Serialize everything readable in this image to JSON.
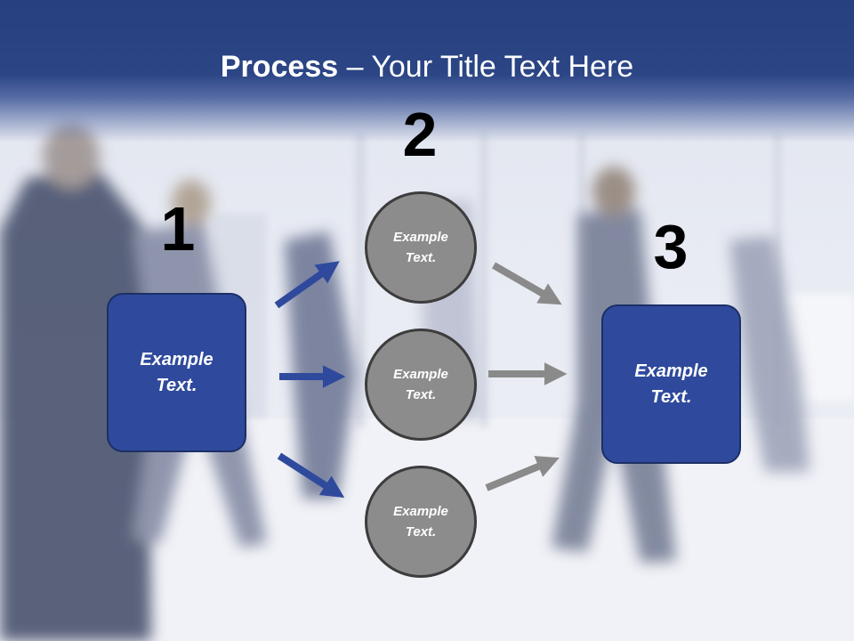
{
  "slide": {
    "title_bold": "Process",
    "title_rest": " – Your Title Text Here",
    "step_numbers": [
      "1",
      "2",
      "3"
    ],
    "left_box": {
      "line1": "Example",
      "line2": "Text."
    },
    "right_box": {
      "line1": "Example",
      "line2": "Text."
    },
    "circles": [
      {
        "line1": "Example",
        "line2": "Text."
      },
      {
        "line1": "Example",
        "line2": "Text."
      },
      {
        "line1": "Example",
        "line2": "Text."
      }
    ]
  },
  "colors": {
    "header": "#2b4585",
    "box_fill": "#2f4a9c",
    "circle_fill": "#8c8c8c",
    "blue_arrow": "#2f4a9c",
    "gray_arrow": "#8a8a8a"
  }
}
